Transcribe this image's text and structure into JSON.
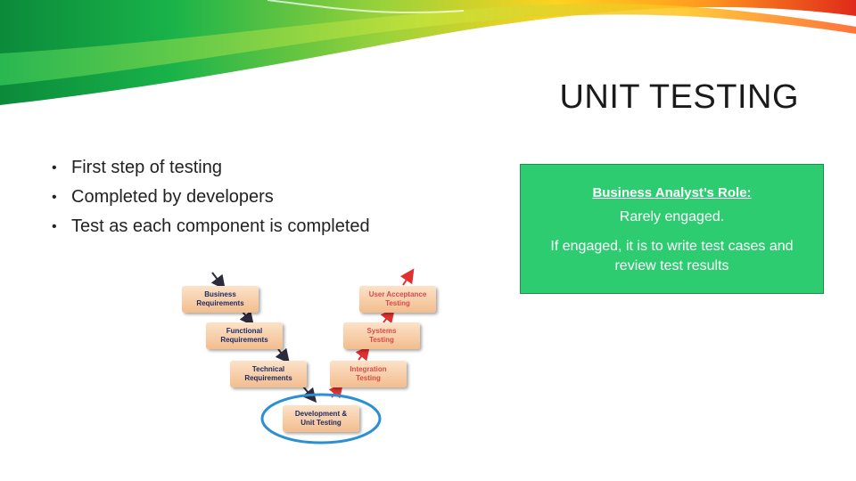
{
  "slide": {
    "title": "UNIT TESTING",
    "bullets": [
      "First step of testing",
      "Completed by developers",
      "Test as each component is completed"
    ],
    "bullet_glyph": "•"
  },
  "role_box": {
    "heading": "Business Analyst’s Role:",
    "line1": "Rarely engaged.",
    "line2": "If engaged, it is to write test cases and review test results",
    "background": "#2ecc71"
  },
  "diagram": {
    "left_boxes": [
      [
        "Business",
        "Requirements"
      ],
      [
        "Functional",
        "Requirements"
      ],
      [
        "Technical",
        "Requirements"
      ]
    ],
    "right_boxes": [
      [
        "User Acceptance",
        "Testing"
      ],
      [
        "Systems",
        "Testing"
      ],
      [
        "Integration",
        "Testing"
      ]
    ],
    "bottom_box": [
      "Development &",
      "Unit Testing"
    ],
    "highlight_color": "#2b8fd6",
    "down_arrow_color": "#2b2b3b",
    "up_arrow_color": "#e03030"
  }
}
